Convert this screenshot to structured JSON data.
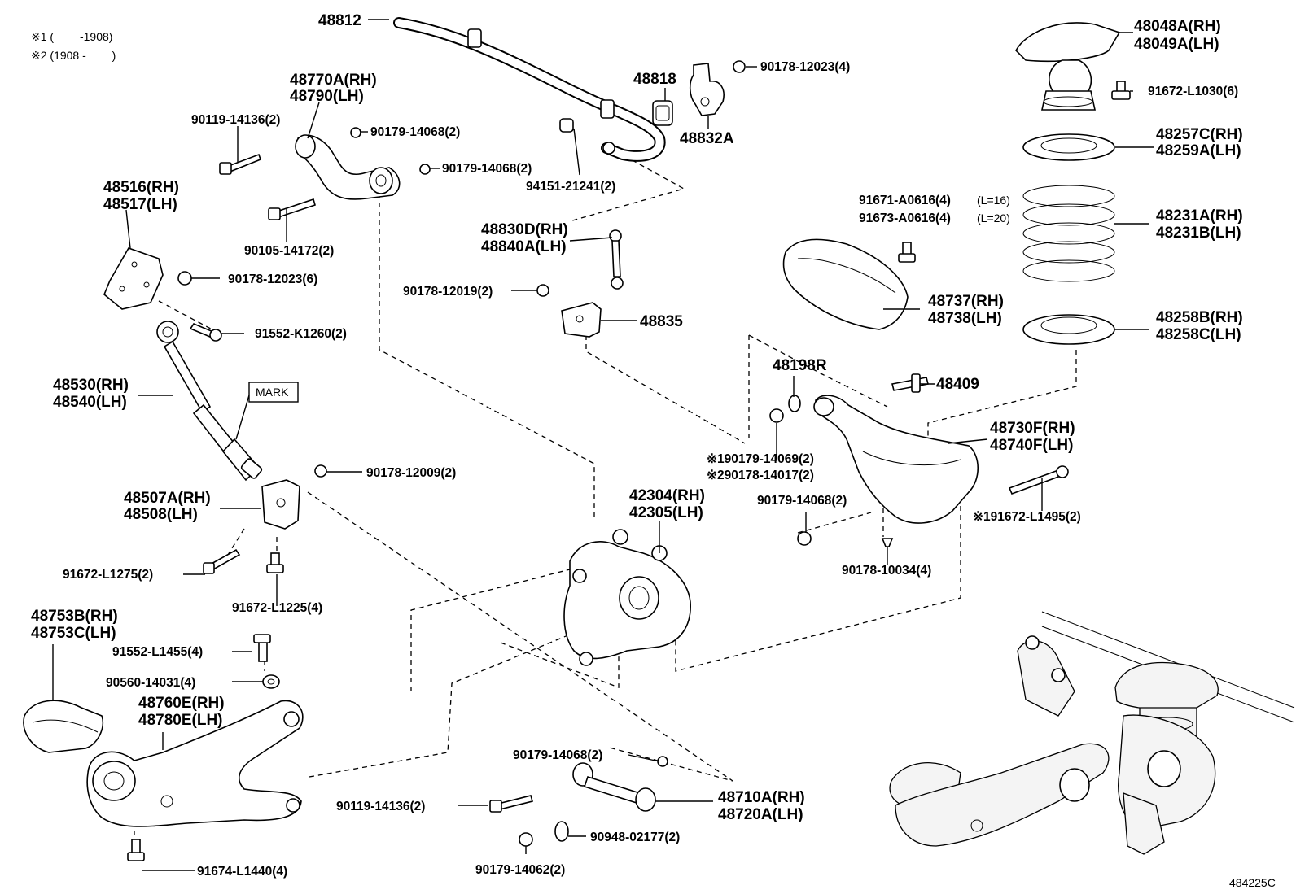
{
  "diagram": {
    "notes": [
      "※1 (　　 -1908)",
      "※2 (1908 - 　　)"
    ],
    "figure_id": "484225C",
    "callouts": [
      {
        "id": "c01",
        "text": "48812"
      },
      {
        "id": "c02",
        "text": "48770A(RH)"
      },
      {
        "id": "c03",
        "text": "48790(LH)"
      },
      {
        "id": "c04",
        "text": "90119-14136(2)"
      },
      {
        "id": "c05",
        "text": "90179-14068(2)"
      },
      {
        "id": "c06",
        "text": "90179-14068(2)"
      },
      {
        "id": "c07",
        "text": "94151-21241(2)"
      },
      {
        "id": "c08",
        "text": "48818"
      },
      {
        "id": "c09",
        "text": "90178-12023(4)"
      },
      {
        "id": "c10",
        "text": "48832A"
      },
      {
        "id": "c11",
        "text": "48048A(RH)"
      },
      {
        "id": "c12",
        "text": "48049A(LH)"
      },
      {
        "id": "c13",
        "text": "91672-L1030(6)"
      },
      {
        "id": "c14",
        "text": "48257C(RH)"
      },
      {
        "id": "c15",
        "text": "48259A(LH)"
      },
      {
        "id": "c16",
        "text": "48516(RH)"
      },
      {
        "id": "c17",
        "text": "48517(LH)"
      },
      {
        "id": "c18",
        "text": "90105-14172(2)"
      },
      {
        "id": "c19",
        "text": "90178-12023(6)"
      },
      {
        "id": "c20",
        "text": "91552-K1260(2)"
      },
      {
        "id": "c21",
        "text": "48830D(RH)"
      },
      {
        "id": "c22",
        "text": "48840A(LH)"
      },
      {
        "id": "c23",
        "text": "90178-12019(2)"
      },
      {
        "id": "c24",
        "text": "48835"
      },
      {
        "id": "c25",
        "text": "91671-A0616(4)"
      },
      {
        "id": "c26",
        "text": "(L=16)"
      },
      {
        "id": "c27",
        "text": "91673-A0616(4)"
      },
      {
        "id": "c28",
        "text": "(L=20)"
      },
      {
        "id": "c29",
        "text": "48231A(RH)"
      },
      {
        "id": "c30",
        "text": "48231B(LH)"
      },
      {
        "id": "c31",
        "text": "48737(RH)"
      },
      {
        "id": "c32",
        "text": "48738(LH)"
      },
      {
        "id": "c33",
        "text": "48258B(RH)"
      },
      {
        "id": "c34",
        "text": "48258C(LH)"
      },
      {
        "id": "c35",
        "text": "48530(RH)"
      },
      {
        "id": "c36",
        "text": "48540(LH)"
      },
      {
        "id": "c37",
        "text": "MARK"
      },
      {
        "id": "c38",
        "text": "48198R"
      },
      {
        "id": "c39",
        "text": "48409"
      },
      {
        "id": "c40",
        "text": "48730F(RH)"
      },
      {
        "id": "c41",
        "text": "48740F(LH)"
      },
      {
        "id": "c42",
        "text": "90178-12009(2)"
      },
      {
        "id": "c43",
        "text": "48507A(RH)"
      },
      {
        "id": "c44",
        "text": "48508(LH)"
      },
      {
        "id": "c45",
        "text": "42304(RH)"
      },
      {
        "id": "c46",
        "text": "42305(LH)"
      },
      {
        "id": "c47",
        "text": "※190179-14069(2)"
      },
      {
        "id": "c48",
        "text": "※290178-14017(2)"
      },
      {
        "id": "c49",
        "text": "90179-14068(2)"
      },
      {
        "id": "c50",
        "text": "※191672-L1495(2)"
      },
      {
        "id": "c51",
        "text": "91672-L1275(2)"
      },
      {
        "id": "c52",
        "text": "90178-10034(4)"
      },
      {
        "id": "c53",
        "text": "91672-L1225(4)"
      },
      {
        "id": "c54",
        "text": "48753B(RH)"
      },
      {
        "id": "c55",
        "text": "48753C(LH)"
      },
      {
        "id": "c56",
        "text": "91552-L1455(4)"
      },
      {
        "id": "c57",
        "text": "90560-14031(4)"
      },
      {
        "id": "c58",
        "text": "48760E(RH)"
      },
      {
        "id": "c59",
        "text": "48780E(LH)"
      },
      {
        "id": "c60",
        "text": "90179-14068(2)"
      },
      {
        "id": "c61",
        "text": "90119-14136(2)"
      },
      {
        "id": "c62",
        "text": "48710A(RH)"
      },
      {
        "id": "c63",
        "text": "48720A(LH)"
      },
      {
        "id": "c64",
        "text": "90948-02177(2)"
      },
      {
        "id": "c65",
        "text": "91674-L1440(4)"
      },
      {
        "id": "c66",
        "text": "90179-14062(2)"
      }
    ]
  }
}
